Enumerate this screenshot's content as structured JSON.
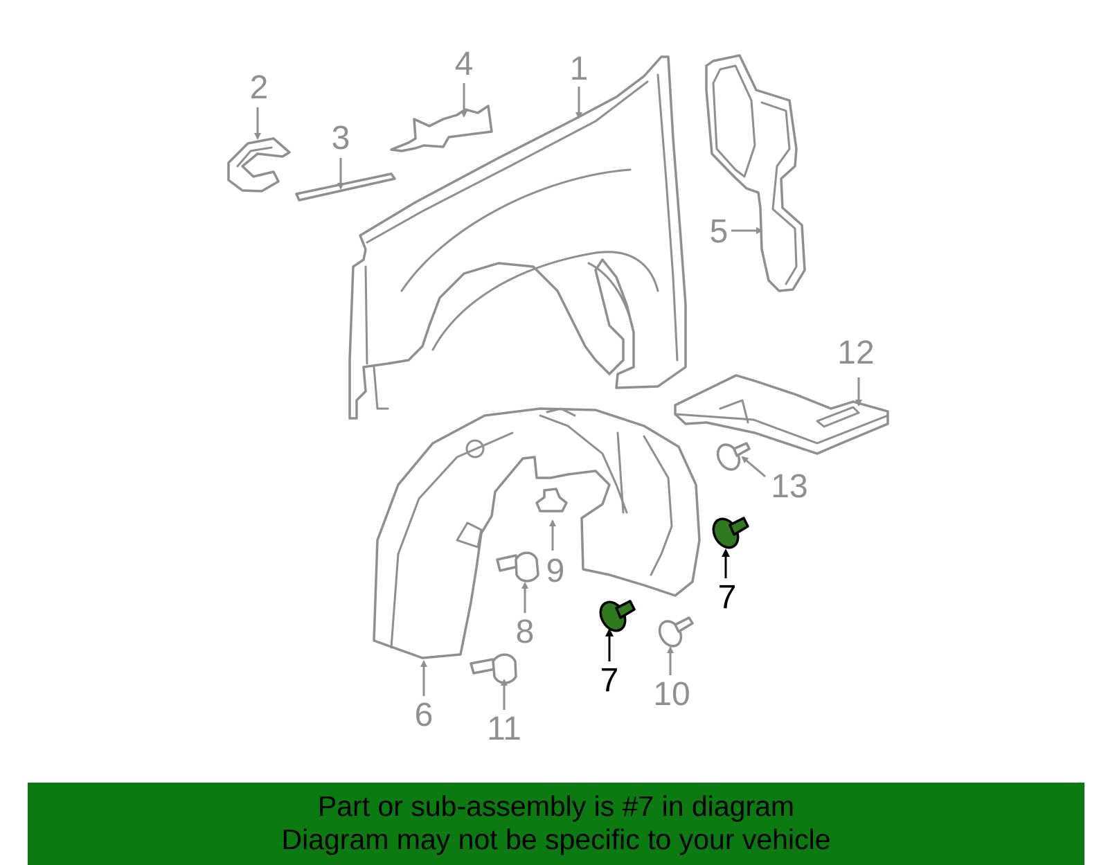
{
  "diagram": {
    "highlight_color": "#2f7a1e",
    "label_color_muted": "#8f8f8f",
    "label_color_active": "#000000",
    "callouts": [
      "1",
      "2",
      "3",
      "4",
      "5",
      "6",
      "7",
      "7",
      "8",
      "9",
      "10",
      "11",
      "12",
      "13"
    ],
    "highlighted_callout": "7"
  },
  "footer": {
    "background": "#0b7a10",
    "line1": "Part or sub-assembly is #7 in diagram",
    "line2": "Diagram may not be specific to your vehicle"
  }
}
